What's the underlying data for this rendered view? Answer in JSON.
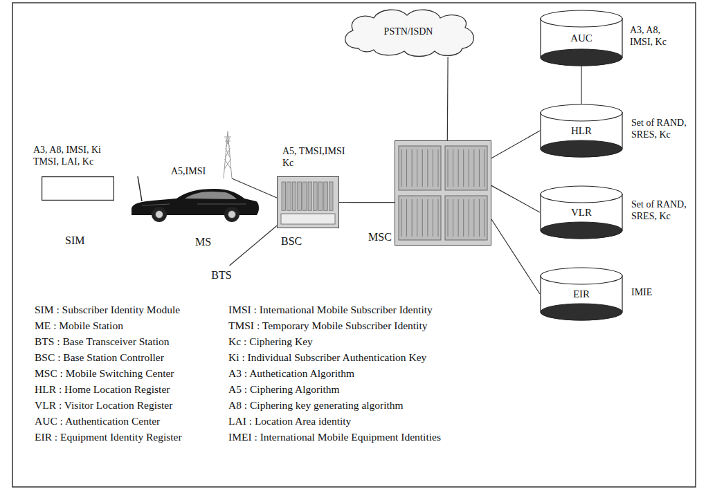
{
  "diagram": {
    "nodes": [
      {
        "text": [
          "A3, A8, IMSI, Ki TMSI, LAI, Kc",
          "SIM"
        ]
      },
      {
        "text": [
          "A5,IMSI",
          "MS"
        ]
      },
      {
        "text": [
          "A5, TMSI,IMSI Kc",
          "BSC"
        ]
      },
      {
        "text": [
          "BTS"
        ]
      },
      {
        "text": [
          "PSTN/ISDN"
        ]
      },
      {
        "text": [
          "MSC"
        ]
      },
      {
        "text": [
          "AUC",
          "A3, A8, IMSI, Kc"
        ]
      },
      {
        "text": [
          "HLR",
          "Set of RAND, SRES, Kc"
        ]
      },
      {
        "text": [
          "VLR",
          "Set of RAND, SRES, Kc"
        ]
      },
      {
        "text": [
          "EIR",
          "IMIE"
        ]
      }
    ],
    "edges": [
      {
        "from": 2,
        "to": 3,
        "arrow": "none"
      },
      {
        "from": 2,
        "to": 5,
        "arrow": "none"
      },
      {
        "from": 5,
        "to": 4,
        "arrow": "none"
      },
      {
        "from": 6,
        "to": 7,
        "arrow": "none"
      },
      {
        "from": 5,
        "to": 7,
        "arrow": "none"
      },
      {
        "from": 5,
        "to": 8,
        "arrow": "none"
      },
      {
        "from": 5,
        "to": 9,
        "arrow": "none"
      }
    ],
    "labels": [
      "SIM : Subscriber Identity Module",
      "ME : Mobile Station",
      "BTS : Base Transceiver Station",
      "BSC : Base Station Controller",
      "MSC : Mobile Switching Center",
      "HLR : Home Location Register",
      "VLR : Visitor Location Register",
      "AUC : Authentication Center",
      "EIR : Equipment Identity Register",
      "IMSI : International Mobile Subscriber Identity",
      "TMSI : Temporary Mobile Subscriber Identity",
      "Kc : Ciphering Key",
      "Ki : Individual Subscriber Authentication Key",
      "A3 : Authetication Algorithm",
      "A5 : Ciphering Algorithm",
      "A8 : Ciphering key generating algorithm",
      "LAI : Location Area identity",
      "IMEI : International Mobile Equipment Identities"
    ]
  }
}
